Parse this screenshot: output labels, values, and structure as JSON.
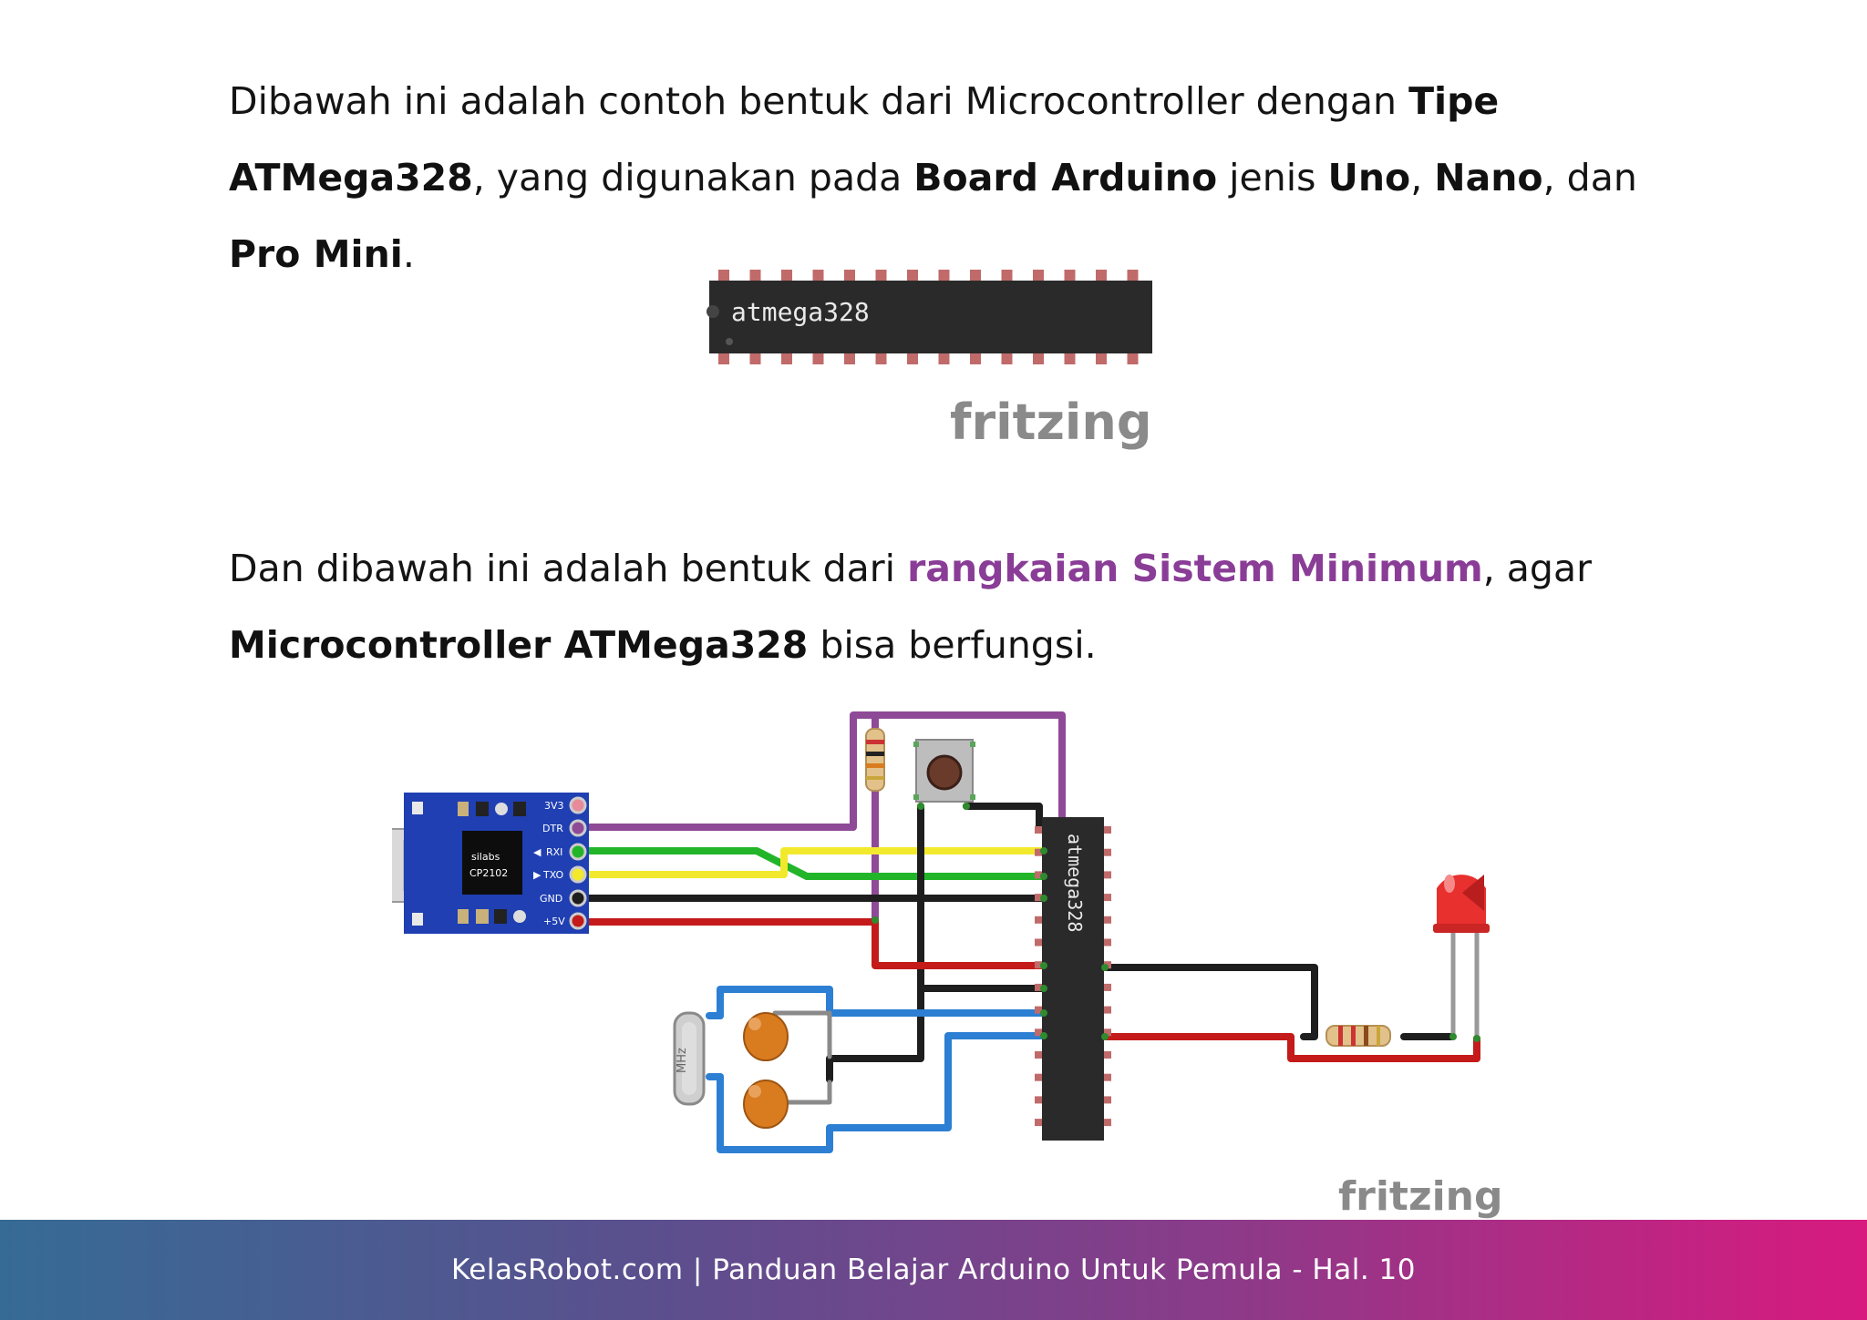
{
  "paragraph1": {
    "s1": "Dibawah ini adalah contoh bentuk dari Microcontroller dengan ",
    "b1": "Tipe ATMega328",
    "s2": ", yang digunakan pada ",
    "b2": "Board Arduino",
    "s3": " jenis ",
    "b3": "Uno",
    "s4": ", ",
    "b4": "Nano",
    "s5": ", dan ",
    "b5": "Pro Mini",
    "s6": "."
  },
  "chip_figure": {
    "chip_label": "atmega328",
    "watermark": "fritzing"
  },
  "paragraph2": {
    "s1": "Dan dibawah ini adalah bentuk dari ",
    "accent": "rangkaian Sistem Minimum",
    "s2": ", agar ",
    "b1": "Microcontroller ATMega328",
    "s3": " bisa berfungsi."
  },
  "circuit_figure": {
    "chip_label": "atmega328",
    "usb_board": {
      "brand": "silabs",
      "model": "CP2102",
      "pins": [
        "3V3",
        "DTR",
        "RXI",
        "TXO",
        "GND",
        "+5V"
      ],
      "pin_prefix_rxi": "◀",
      "pin_prefix_txo": "▶"
    },
    "crystal_label": "MHz",
    "watermark": "fritzing",
    "wire_colors": {
      "dtr": "#8e4a96",
      "rxi": "#22b52a",
      "txo": "#f2e92d",
      "gnd": "#1e1e1e",
      "vcc": "#c41a1a",
      "crystal": "#2c7fd3"
    }
  },
  "footer": {
    "text": "KelasRobot.com | Panduan Belajar Arduino Untuk Pemula - Hal. 10"
  }
}
